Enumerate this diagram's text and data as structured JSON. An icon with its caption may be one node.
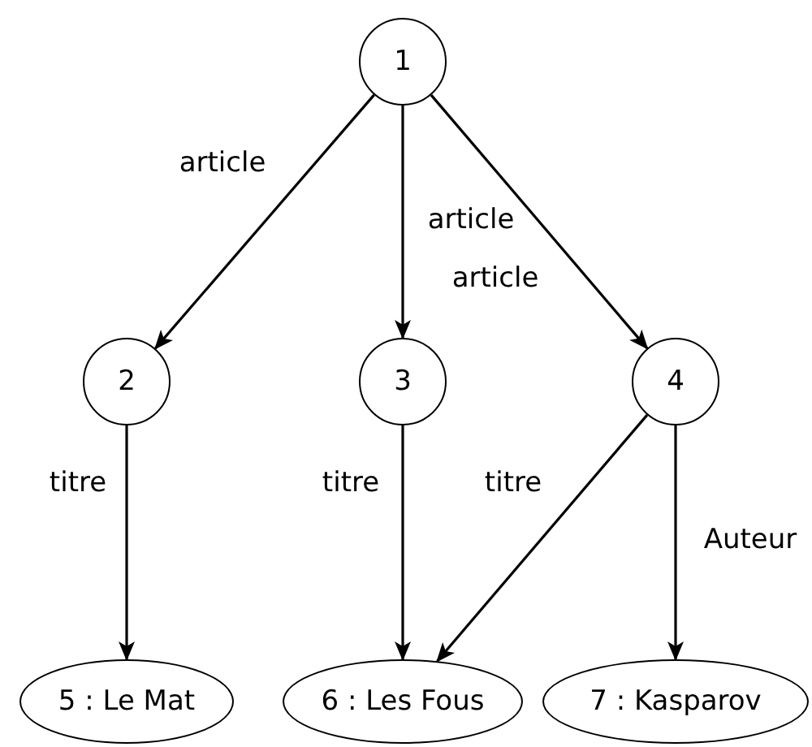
{
  "diagram": {
    "nodes": [
      {
        "text": [
          "1"
        ]
      },
      {
        "text": [
          "2"
        ]
      },
      {
        "text": [
          "3"
        ]
      },
      {
        "text": [
          "4"
        ]
      },
      {
        "text": [
          "5 : Le Mat"
        ]
      },
      {
        "text": [
          "6 : Les Fous"
        ]
      },
      {
        "text": [
          "7 : Kasparov"
        ]
      }
    ],
    "edges": [
      {
        "from": 0,
        "to": 1,
        "arrow": "to",
        "label": "article"
      },
      {
        "from": 0,
        "to": 2,
        "arrow": "to",
        "label": "article"
      },
      {
        "from": 0,
        "to": 3,
        "arrow": "to",
        "label": "article"
      },
      {
        "from": 1,
        "to": 4,
        "arrow": "to",
        "label": "titre"
      },
      {
        "from": 2,
        "to": 5,
        "arrow": "to",
        "label": "titre"
      },
      {
        "from": 3,
        "to": 5,
        "arrow": "to",
        "label": "titre"
      },
      {
        "from": 3,
        "to": 6,
        "arrow": "to",
        "label": "Auteur"
      }
    ]
  }
}
